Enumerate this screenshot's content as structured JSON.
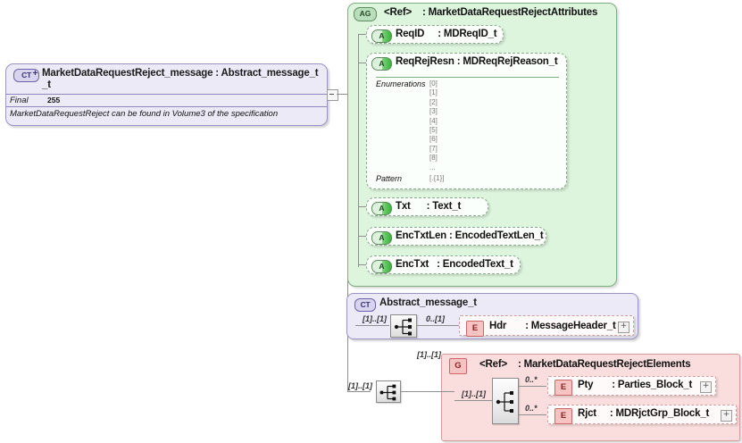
{
  "diagram": {
    "type": "xml-schema-diagram",
    "root": {
      "kind": "complexType",
      "badge": "CT",
      "title": "MarketDataRequestReject_message : Abstract_message_t_t",
      "title_line1": "MarketDataRequestReject_message : Abstract_message_t",
      "title_line2": "_t",
      "properties": [
        {
          "key": "Final",
          "value": "255"
        }
      ],
      "annotation": "MarketDataRequestReject can be found in Volume3 of the specification"
    },
    "attribute_group": {
      "kind": "attributeGroup",
      "badge": "AG",
      "ref_label": "<Ref>",
      "title": ": MarketDataRequestRejectAttributes",
      "attributes": [
        {
          "badge": "A",
          "name": "ReqID",
          "type": ": MDReqID_t"
        },
        {
          "badge": "A",
          "name": "ReqRejResn",
          "type": ": MDReqRejReason_t",
          "facets": [
            {
              "key": "Enumerations",
              "values": [
                "[0]",
                "[1]",
                "[2]",
                "[3]",
                "[4]",
                "[5]",
                "[6]",
                "[7]",
                "[8]",
                "..."
              ]
            },
            {
              "key": "Pattern",
              "values": [
                "[.{1}]"
              ]
            }
          ]
        },
        {
          "badge": "A",
          "name": "Txt",
          "type": ": Text_t"
        },
        {
          "badge": "A",
          "name": "EncTxtLen",
          "type": ": EncodedTextLen_t"
        },
        {
          "badge": "A",
          "name": "EncTxt",
          "type": ": EncodedText_t"
        }
      ]
    },
    "base_type": {
      "kind": "complexType",
      "badge": "CT",
      "title": "Abstract_message_t",
      "compositor": "sequence",
      "compositor_cardinality": "[1]..[1]",
      "children": [
        {
          "badge": "E",
          "name": "Hdr",
          "type": ": MessageHeader_t",
          "cardinality": "0..[1]",
          "expandable": "+"
        }
      ]
    },
    "element_group": {
      "kind": "group",
      "badge": "G",
      "ref_label": "<Ref>",
      "title": ": MarketDataRequestRejectElements",
      "outer_cardinality": "[1]..[1]",
      "inner_cardinality": "[1]..[1]",
      "compositor": "sequence",
      "children": [
        {
          "badge": "E",
          "name": "Pty",
          "type": ": Parties_Block_t",
          "cardinality": "0..*",
          "expandable": "+"
        },
        {
          "badge": "E",
          "name": "Rjct",
          "type": ": MDRjctGrp_Block_t",
          "cardinality": "0..*",
          "expandable": "+"
        }
      ]
    },
    "colors": {
      "complex_type_fill": "#eceaf7",
      "complex_type_border": "#9a93c4",
      "attribute_group_fill": "#ddf4dd",
      "attribute_group_border": "#7fae7f",
      "group_fill": "#fadede",
      "group_border": "#d79a9a",
      "connector": "#8f8f8f"
    }
  }
}
